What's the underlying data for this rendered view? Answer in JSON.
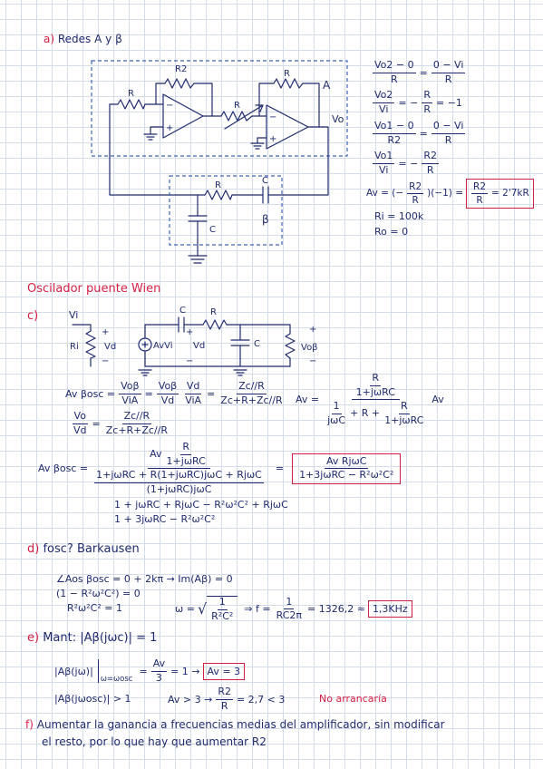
{
  "colors": {
    "ink": "#1f2b6e",
    "accent": "#d61e43",
    "circuit_box": "#3d63b8",
    "grid": "#d5dde9"
  },
  "part_a": {
    "label": "a)",
    "title": "Redes A y β",
    "circuit_a": {
      "r_in": "R",
      "r2": "R2",
      "r_mid": "R",
      "r_fb": "R",
      "op1_minus": "−",
      "op1_plus": "+",
      "op2_minus": "−",
      "op2_plus": "+",
      "name": "A",
      "output": "Vo"
    },
    "circuit_beta": {
      "r": "R",
      "c_series": "C",
      "c_shunt": "C",
      "name": "β"
    },
    "eq1": {
      "lhs_num": "Vo2 − 0",
      "lhs_den": "R",
      "eq": "=",
      "rhs_num": "0 − Vi",
      "rhs_den": "R"
    },
    "eq2": {
      "lhs_num": "Vo2",
      "lhs_den": "Vi",
      "eq": "= −",
      "rhs_num": "R",
      "rhs_den": "R",
      "result": "= −1"
    },
    "eq3": {
      "lhs_num": "Vo1 − 0",
      "lhs_den": "R2",
      "eq": "=",
      "rhs_num": "0 − Vi",
      "rhs_den": "R"
    },
    "eq4": {
      "lhs_num": "Vo1",
      "lhs_den": "Vi",
      "eq": "= −",
      "rhs_num": "R2",
      "rhs_den": "R"
    },
    "eq5": {
      "lhs": "Av = (−",
      "frac_num": "R2",
      "frac_den": "R",
      "mid": ")(−1) =",
      "box_num": "R2",
      "box_den": "R",
      "box_value": "= 2'7kR"
    },
    "input_resistance": "Ri = 100k",
    "output_resistance": "Ro = 0"
  },
  "wien_title": "Oscilador puente Wien",
  "part_c": {
    "label": "c)",
    "circuit": {
      "vi": "Vi",
      "ri": "Ri",
      "vd_in": "Vd",
      "plus_in": "+",
      "minus_in": "−",
      "source": "AvVi",
      "vd_src": "Vd",
      "plus_src": "+",
      "minus_src": "−",
      "c_series": "C",
      "r_series": "R",
      "c_shunt": "C",
      "vob": "Voβ",
      "plus_out": "+",
      "minus_out": "−"
    },
    "eq1": {
      "lhs": "Av βosc =",
      "f1_num": "Voβ",
      "f1_den": "ViA",
      "eq1": "=",
      "f2_num": "Voβ",
      "f2_den": "Vd",
      "f3_num": "Vd",
      "f3_den": "ViA",
      "eq2": "=",
      "f4_num": "Zc//R",
      "f4_den": "Zc+R+Zc//R",
      "av_eq": "Av =",
      "big_num_num": "R",
      "big_num_den": "1+jωRC",
      "big_den_a_num": "1",
      "big_den_a_den": "jωC",
      "big_den_mid": "+ R +",
      "big_den_b_num": "R",
      "big_den_b_den": "1+jωRC",
      "tail": "Av"
    },
    "eq2": {
      "lhs_num": "Vo",
      "lhs_den": "Vd",
      "eq": "=",
      "rhs_num": "Zc//R",
      "rhs_den": "Zc+R+Zc//R"
    },
    "eq3": {
      "lhs": "Av βosc =",
      "num_av": "Av",
      "num_frac_num": "R",
      "num_frac_den": "1+jωRC",
      "den_num": "1+jωRC + R(1+jωRC)jωC + RjωC",
      "den_den": "(1+jωRC)jωC",
      "eq": "=",
      "box_num": "Av RjωC",
      "box_den": "1+3jωRC − R²ω²C²"
    },
    "expand1": "1 + jωRC + RjωC − R²ω²C² + RjωC",
    "expand2": "1 + 3jωRC − R²ω²C²"
  },
  "part_d": {
    "label": "d)",
    "title": "fosc? Barkausen",
    "line1": "∠Aos βosc = 0 + 2kπ → Im(Aβ) = 0",
    "line2": "(1 − R²ω²C²) = 0",
    "line3": "R²ω²C² = 1",
    "omega": "ω =",
    "sqrt_num": "1",
    "sqrt_den": "R²C²",
    "implies": "⇒ f =",
    "f_num": "1",
    "f_den": "RC2π",
    "f_value": "= 1326,2 ≈",
    "box": "1,3KHz"
  },
  "part_e": {
    "label": "e)",
    "title": "Mant: |Aβ(jωc)| = 1",
    "l1_lhs": "|Aβ(jω)|",
    "l1_sub": "ω=ωosc",
    "l1_eq": "=",
    "l1_num": "Av",
    "l1_den": "3",
    "l1_mid": "= 1 →",
    "l1_box": "Av = 3",
    "l2_lhs": "|Aβ(jωosc)| > 1",
    "l2_cond": "Av > 3 →",
    "l2_num": "R2",
    "l2_den": "R",
    "l2_value": "= 2,7 < 3",
    "l2_note": "No arrancaría"
  },
  "part_f": {
    "label": "f)",
    "line1": "Aumentar la ganancia a frecuencias medias del amplificador, sin modificar",
    "line2": "el resto, por lo que hay que aumentar R2"
  }
}
